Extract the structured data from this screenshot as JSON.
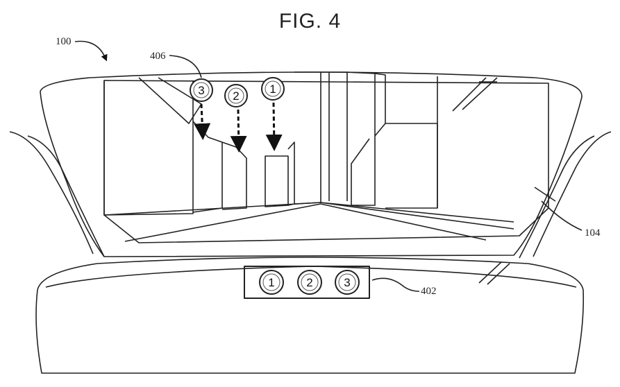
{
  "figure": {
    "title": "FIG. 4",
    "references": {
      "vehicle": "100",
      "windshield": "104",
      "dashboard_buttons": "402",
      "hud_markers": "406"
    },
    "hud_markers": [
      "3",
      "2",
      "1"
    ],
    "dashboard_buttons": [
      "1",
      "2",
      "3"
    ]
  }
}
